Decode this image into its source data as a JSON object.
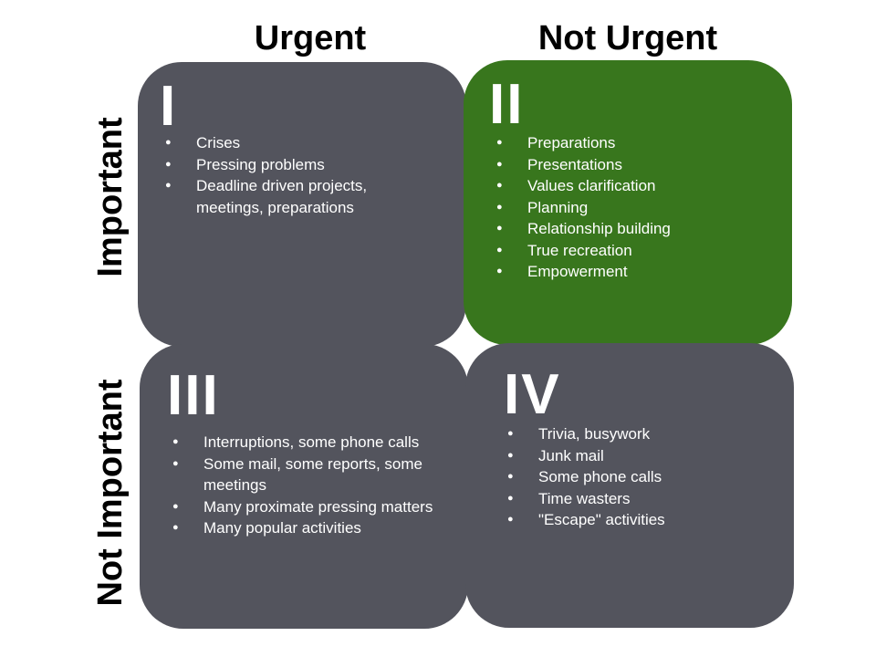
{
  "headers": {
    "urgent": "Urgent",
    "not_urgent": "Not Urgent",
    "important": "Important",
    "not_important": "Not Important"
  },
  "colors": {
    "gray_quadrant": "#53545d",
    "green_quadrant": "#38761d",
    "text_on_quadrant": "#ffffff",
    "header_text": "#000000"
  },
  "quadrants": [
    {
      "numeral": "I",
      "items": [
        "Crises",
        "Pressing problems",
        "Deadline driven projects, meetings, preparations"
      ]
    },
    {
      "numeral": "II",
      "items": [
        "Preparations",
        "Presentations",
        "Values clarification",
        "Planning",
        "Relationship building",
        "True recreation",
        "Empowerment"
      ]
    },
    {
      "numeral": "III",
      "items": [
        "Interruptions, some phone calls",
        "Some mail, some reports, some meetings",
        "Many proximate pressing matters",
        "Many popular activities"
      ]
    },
    {
      "numeral": "IV",
      "items": [
        "Trivia, busywork",
        "Junk mail",
        "Some phone calls",
        "Time wasters",
        "\"Escape\" activities"
      ]
    }
  ]
}
